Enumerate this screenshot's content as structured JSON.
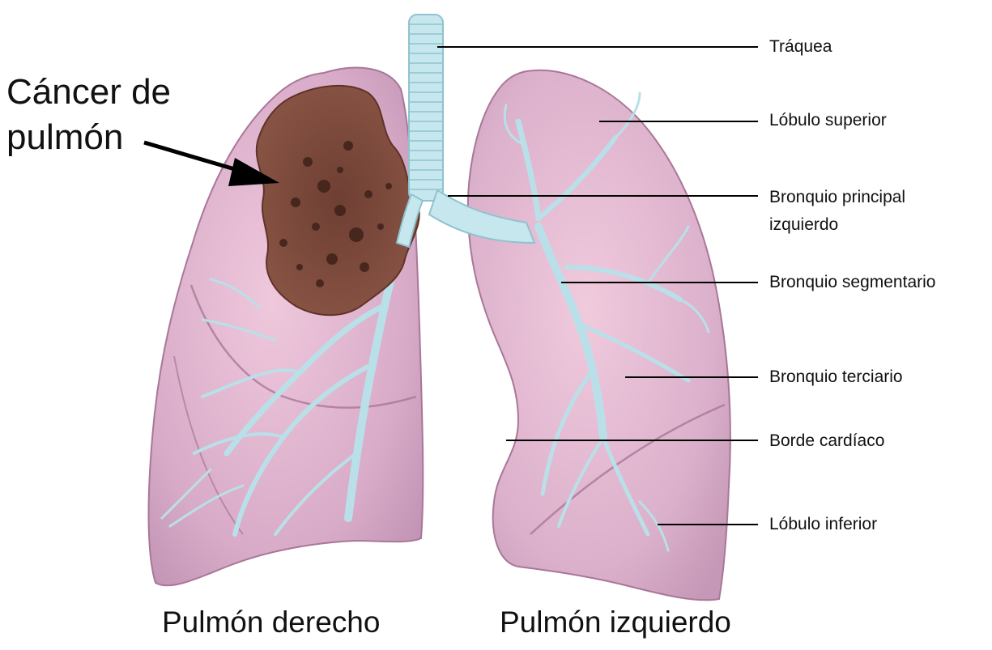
{
  "annotation": {
    "line1": "Cáncer de",
    "line2": "pulmón"
  },
  "labels": {
    "trachea": "Tráquea",
    "upper_lobe": "Lóbulo superior",
    "main_bronchus_line1": "Bronquio principal",
    "main_bronchus_line2": "izquierdo",
    "segmental_bronchus": "Bronquio segmentario",
    "tertiary_bronchus": "Bronquio terciario",
    "cardiac_border": "Borde cardíaco",
    "lower_lobe": "Lóbulo inferior"
  },
  "captions": {
    "right_lung": "Pulmón derecho",
    "left_lung": "Pulmón izquierdo"
  },
  "colors": {
    "lung_fill": "#d6a9c8",
    "lung_outline": "#a97798",
    "airway": "#bfe3ea",
    "airway_outline": "#8fc3cf",
    "tumor": "#7a4a3c",
    "tumor_dark": "#3f2119"
  }
}
